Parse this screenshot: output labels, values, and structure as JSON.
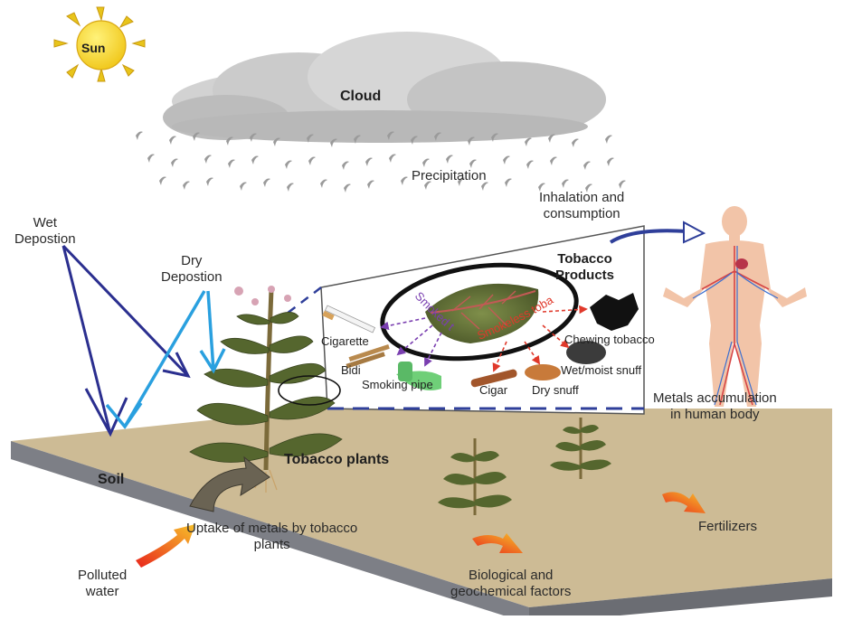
{
  "labels": {
    "sun": "Sun",
    "cloud": "Cloud",
    "precipitation": "Precipitation",
    "inhalation_line1": "Inhalation and",
    "inhalation_line2": "consumption",
    "wet_line1": "Wet",
    "wet_line2": "Depostion",
    "dry_line1": "Dry",
    "dry_line2": "Depostion",
    "tobacco_products_line1": "Tobacco",
    "tobacco_products_line2": "Products",
    "smoked_tobacco": "Smoked tobacco",
    "smokeless_tobacco": "Smokeless tobacco",
    "cigarette": "Cigarette",
    "bidi": "Bidi",
    "smoking_pipe": "Smoking pipe",
    "cigar": "Cigar",
    "dry_snuff": "Dry snuff",
    "chewing_tobacco": "Chewing tobacco",
    "wet_snuff": "Wet/moist snuff",
    "metals_line1": "Metals accumulation",
    "metals_line2": "in human body",
    "soil": "Soil",
    "tobacco_plants": "Tobacco plants",
    "uptake_line1": "Uptake of metals by tobacco",
    "uptake_line2": "plants",
    "fertilizers": "Fertilizers",
    "polluted_line1": "Polluted",
    "polluted_line2": "water",
    "bio_line1": "Biological and",
    "bio_line2": "geochemical factors"
  },
  "colors": {
    "sun_fill": "#f2d21a",
    "sun_rays": "#e8c41a",
    "cloud": "#c8c8c8",
    "soil_top": "#cdbb95",
    "soil_side": "#7d7f86",
    "wet_arrow": "#2b2f8f",
    "dry_arrow": "#2aa0df",
    "smoked_arrow": "#7a3fb0",
    "smokeless_arrow": "#e0392b",
    "inhalation_arrow": "#2f3f9a",
    "leaf": "#5b6b34",
    "flow_arrow_start": "#e8251c",
    "flow_arrow_end": "#f7c12a"
  },
  "icons": [
    "sun-icon",
    "cloud-icon",
    "raindrop-icon",
    "tobacco-plant-icon",
    "human-body-icon",
    "tobacco-leaf-icon",
    "cigarette-icon",
    "bidi-icon",
    "smoking-pipe-icon",
    "cigar-icon",
    "dry-snuff-icon",
    "chewing-tobacco-icon",
    "wet-snuff-icon"
  ]
}
